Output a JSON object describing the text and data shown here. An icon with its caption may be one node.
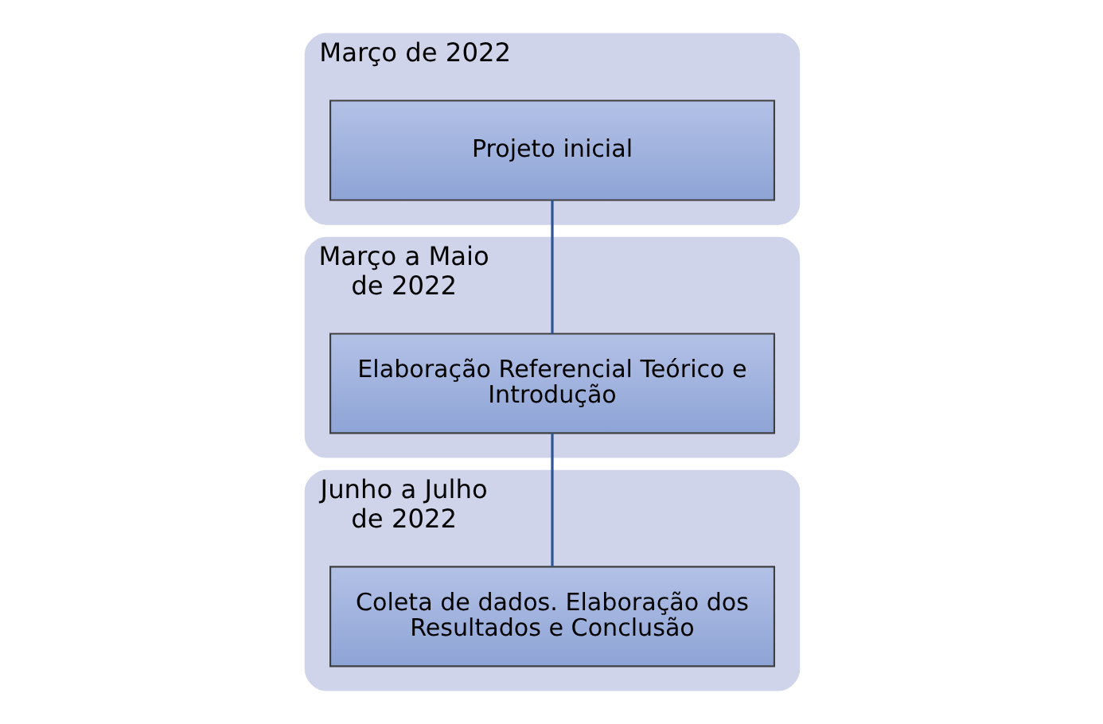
{
  "diagram": {
    "nodes": [
      {
        "text": [
          "Março de 2022"
        ]
      },
      {
        "text": [
          "Projeto inicial"
        ],
        "in": 0
      },
      {
        "text": [
          "Março a Maio de 2022"
        ]
      },
      {
        "text": [
          "Elaboração Referencial Teórico e Introdução"
        ],
        "in": 2
      },
      {
        "text": [
          "Junho a Julho de 2022"
        ]
      },
      {
        "text": [
          "Coleta de dados. Elaboração dos Resultados e Conclusão"
        ],
        "in": 4
      }
    ],
    "edges": [
      {
        "from": 1,
        "to": 3,
        "arrow": "none"
      },
      {
        "from": 3,
        "to": 5,
        "arrow": "none"
      }
    ]
  }
}
